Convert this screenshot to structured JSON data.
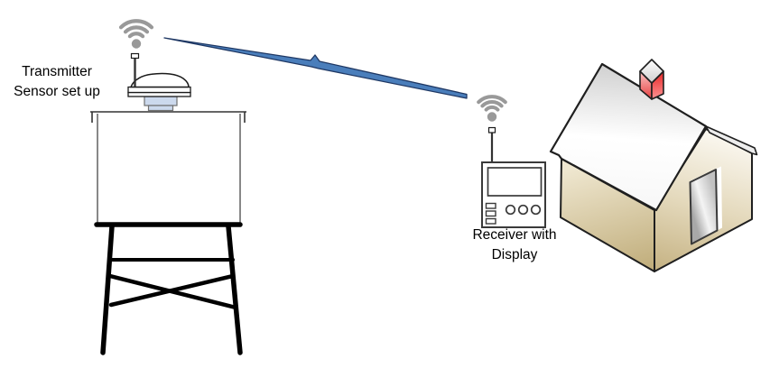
{
  "diagram": {
    "background": "#ffffff",
    "components": [
      "transmitter-sensor-on-tank",
      "tank-stand",
      "wireless-signal",
      "receiver-with-display",
      "house"
    ],
    "transmitter": {
      "label_line1": "Transmitter",
      "label_line2": "Sensor set up",
      "icon": "wifi-icon",
      "mount_color": "#ccd9ed"
    },
    "receiver": {
      "label_line1": "Receiver with",
      "label_line2": "Display",
      "icon": "wifi-icon",
      "button_count": 3
    },
    "signal": {
      "icon": "lightning-bolt",
      "fill": "#4a7ebb",
      "outline": "#1f3864"
    },
    "colors": {
      "wifi_gray": "#999999",
      "house_wall_tan": "#c9b787",
      "roof_white": "#f5f5f5",
      "chimney_red": "#f23a3a",
      "door_gray": "#c7c7c7",
      "outline": "#1f1f1f"
    }
  }
}
